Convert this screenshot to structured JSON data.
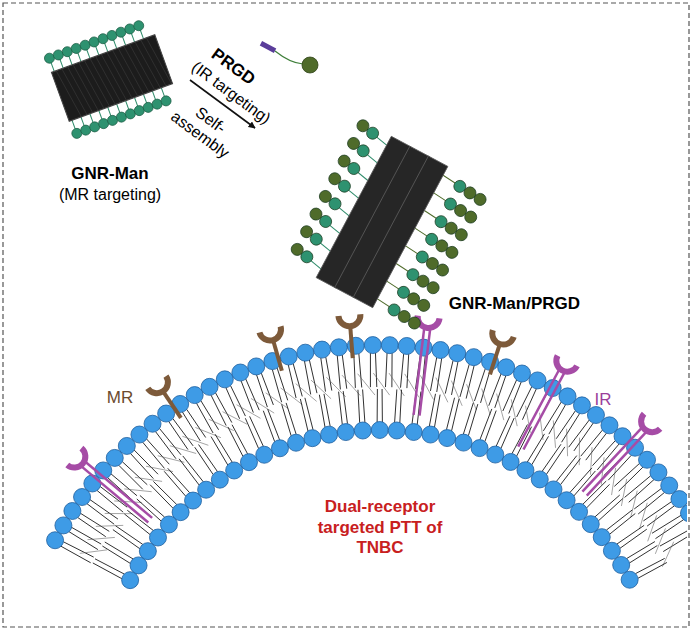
{
  "diagram": {
    "nodes": [
      {
        "text": [
          "GNR-Man",
          "(MR targeting)"
        ]
      },
      {
        "text": [
          "GNR-Man/PRGD"
        ]
      },
      {
        "text": [
          "Dual-receptor targeted PTT of TNBC"
        ]
      }
    ],
    "edges": [
      {
        "from": 0,
        "to": 1,
        "arrow": "to",
        "label": "Self- assembly"
      }
    ],
    "labels": [
      "PRGD",
      "(IR targeting)",
      "MR",
      "IR"
    ]
  }
}
